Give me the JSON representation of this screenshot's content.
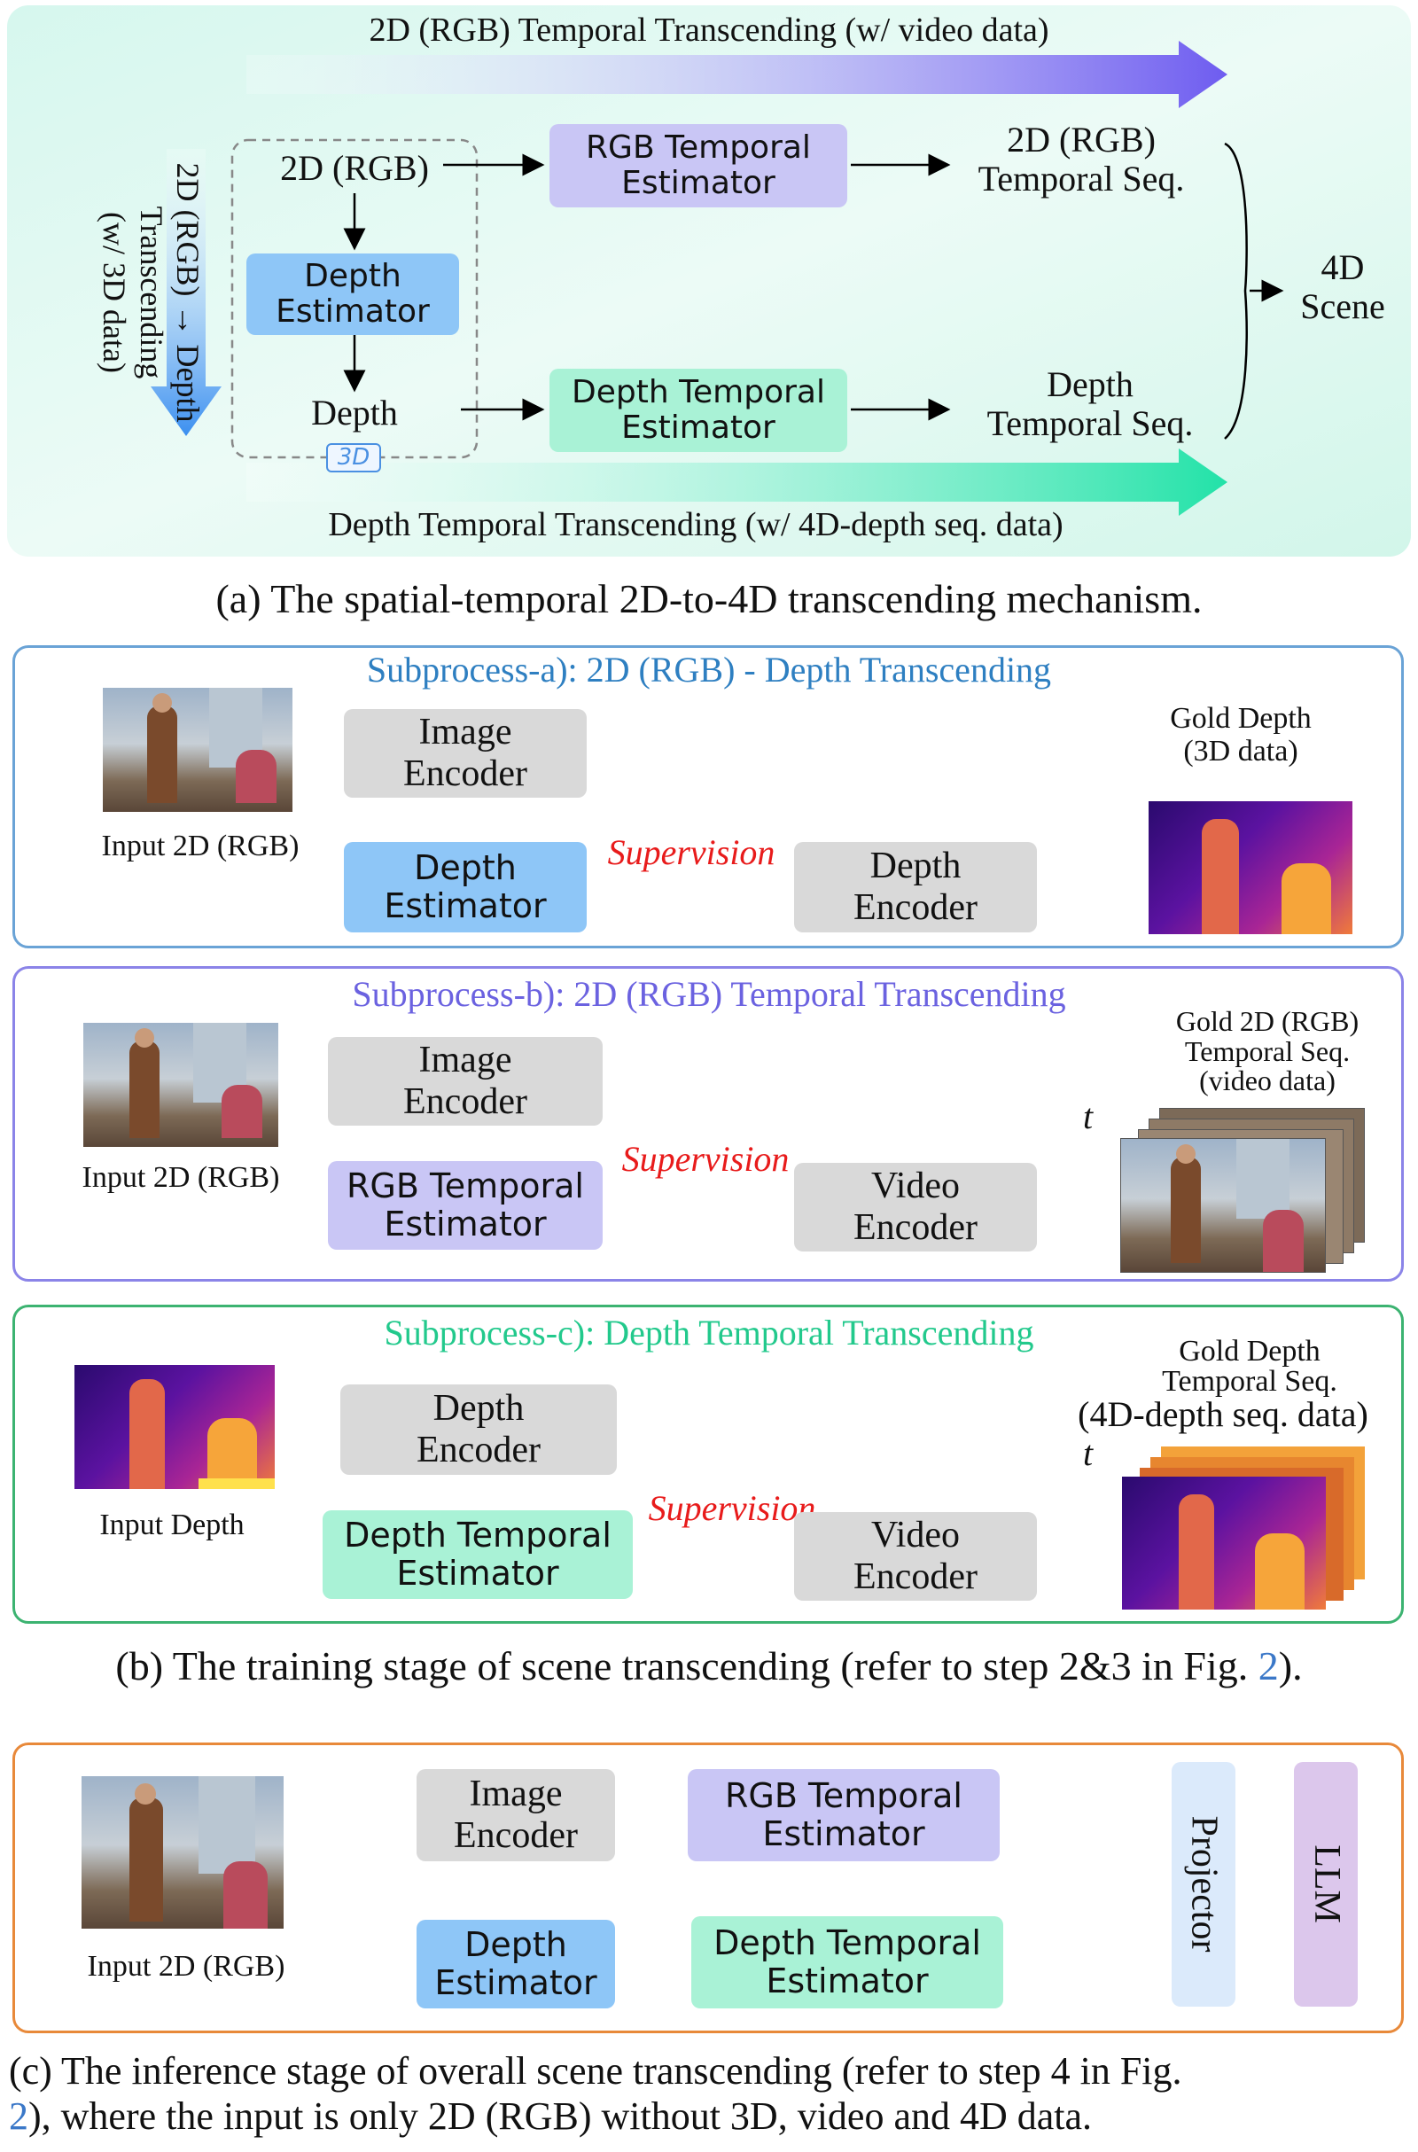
{
  "part_a": {
    "top_flow": "2D (RGB) Temporal Transcending (w/ video data)",
    "bottom_flow": "Depth Temporal Transcending (w/ 4D-depth seq. data)",
    "side_flow_line1": "2D (RGB) → Depth",
    "side_flow_line2": "Transcending",
    "side_flow_line3": "(w/ 3D data)",
    "node_rgb": "2D (RGB)",
    "node_depth_estimator_1": "Depth",
    "node_depth_estimator_2": "Estimator",
    "node_depth": "Depth",
    "tag_3d": "3D",
    "rgb_temporal_1": "RGB Temporal",
    "rgb_temporal_2": "Estimator",
    "depth_temporal_1": "Depth Temporal",
    "depth_temporal_2": "Estimator",
    "rgb_seq_1": "2D (RGB)",
    "rgb_seq_2": "Temporal Seq.",
    "depth_seq_1": "Depth",
    "depth_seq_2": "Temporal Seq.",
    "scene_1": "4D",
    "scene_2": "Scene",
    "caption": "(a) The spatial-temporal 2D-to-4D transcending mechanism."
  },
  "sub_a": {
    "title": "Subprocess-a): 2D (RGB) - Depth Transcending",
    "input_label": "Input 2D (RGB)",
    "image_encoder_1": "Image",
    "image_encoder_2": "Encoder",
    "depth_estimator_1": "Depth",
    "depth_estimator_2": "Estimator",
    "supervision": "Supervision",
    "depth_encoder_1": "Depth",
    "depth_encoder_2": "Encoder",
    "gold_1": "Gold Depth",
    "gold_2": "(3D data)"
  },
  "sub_b": {
    "title": "Subprocess-b): 2D (RGB) Temporal Transcending",
    "input_label": "Input 2D (RGB)",
    "image_encoder_1": "Image",
    "image_encoder_2": "Encoder",
    "rgb_temporal_1": "RGB Temporal",
    "rgb_temporal_2": "Estimator",
    "supervision": "Supervision",
    "video_encoder_1": "Video",
    "video_encoder_2": "Encoder",
    "gold_1": "Gold 2D (RGB)",
    "gold_2": "Temporal Seq.",
    "gold_3": "(video data)",
    "t_label": "t"
  },
  "sub_c": {
    "title": "Subprocess-c): Depth Temporal Transcending",
    "input_label": "Input Depth",
    "depth_encoder_1": "Depth",
    "depth_encoder_2": "Encoder",
    "depth_temporal_1": "Depth Temporal",
    "depth_temporal_2": "Estimator",
    "supervision": "Supervision",
    "video_encoder_1": "Video",
    "video_encoder_2": "Encoder",
    "gold_1": "Gold Depth",
    "gold_2": "Temporal Seq.",
    "gold_3": "(4D-depth seq. data)",
    "t_label": "t"
  },
  "caption_b_text": "(b) The training stage of scene transcending (refer to step 2&3 in Fig. ",
  "caption_b_ref": "2",
  "caption_b_end": ").",
  "part_c": {
    "input_label": "Input 2D (RGB)",
    "image_encoder_1": "Image",
    "image_encoder_2": "Encoder",
    "depth_estimator_1": "Depth",
    "depth_estimator_2": "Estimator",
    "rgb_temporal_1": "RGB Temporal",
    "rgb_temporal_2": "Estimator",
    "depth_temporal_1": "Depth Temporal",
    "depth_temporal_2": "Estimator",
    "projector": "Projector",
    "llm": "LLM",
    "caption_line1": "(c) The inference stage of overall scene transcending (refer to step 4 in Fig.",
    "caption_ref": "2",
    "caption_line2": "), where the input is only 2D (RGB) without 3D, video and 4D data."
  },
  "colors": {
    "blue_title": "#2e7fc1",
    "purple_title": "#6b62e0",
    "teal_title": "#22c98c",
    "supervision": "#e81b1b",
    "panel_a_border": "#6aa3d6",
    "panel_b_border": "#8b84e8",
    "panel_c_border": "#3cb371",
    "panel_infer_border": "#e8893a",
    "ref_link": "#3b78c8"
  }
}
